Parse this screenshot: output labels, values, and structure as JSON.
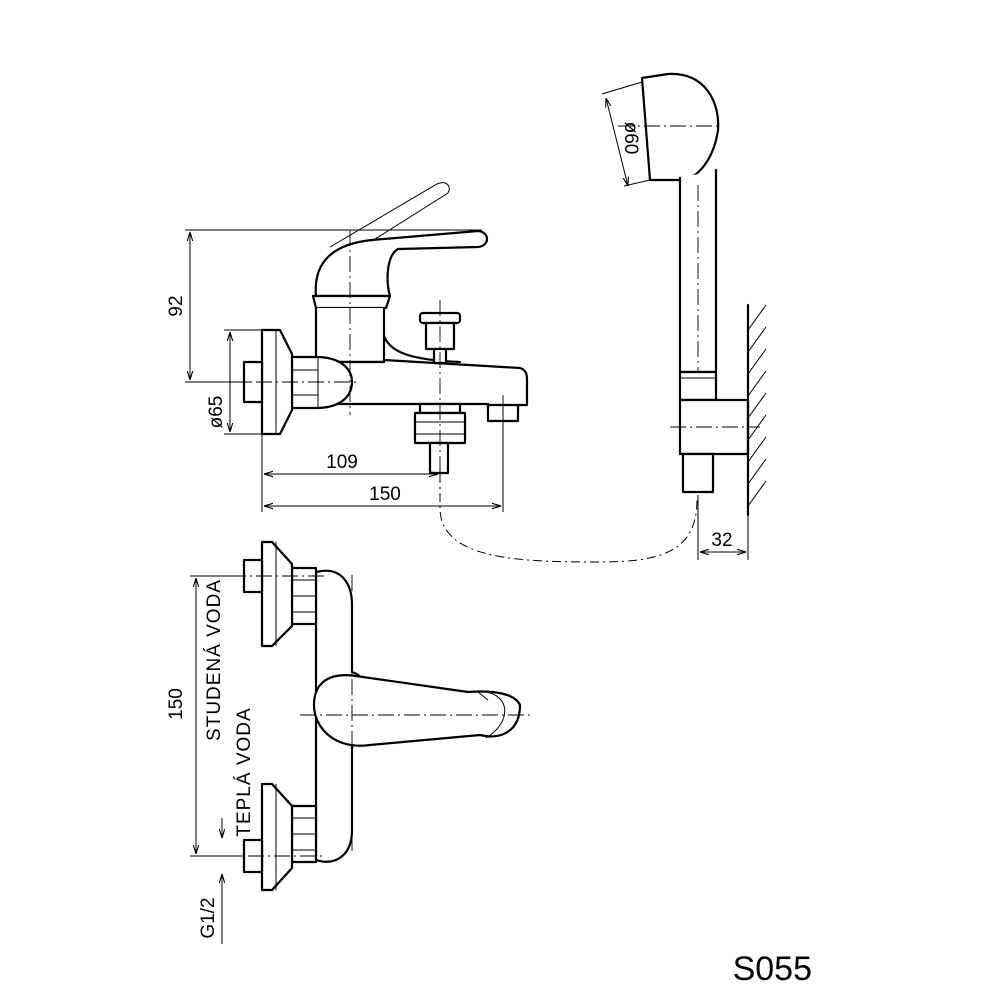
{
  "model_code": "S055",
  "dimensions": {
    "height_92": "92",
    "diam_65": "ø65",
    "width_109": "109",
    "width_150": "150",
    "wall_32": "32",
    "shower_diam": "ø60",
    "spacing_150": "150",
    "thread": "G1/2"
  },
  "labels": {
    "cold_water": "STUDENÁ VODA",
    "hot_water": "TEPLÁ VODA"
  }
}
